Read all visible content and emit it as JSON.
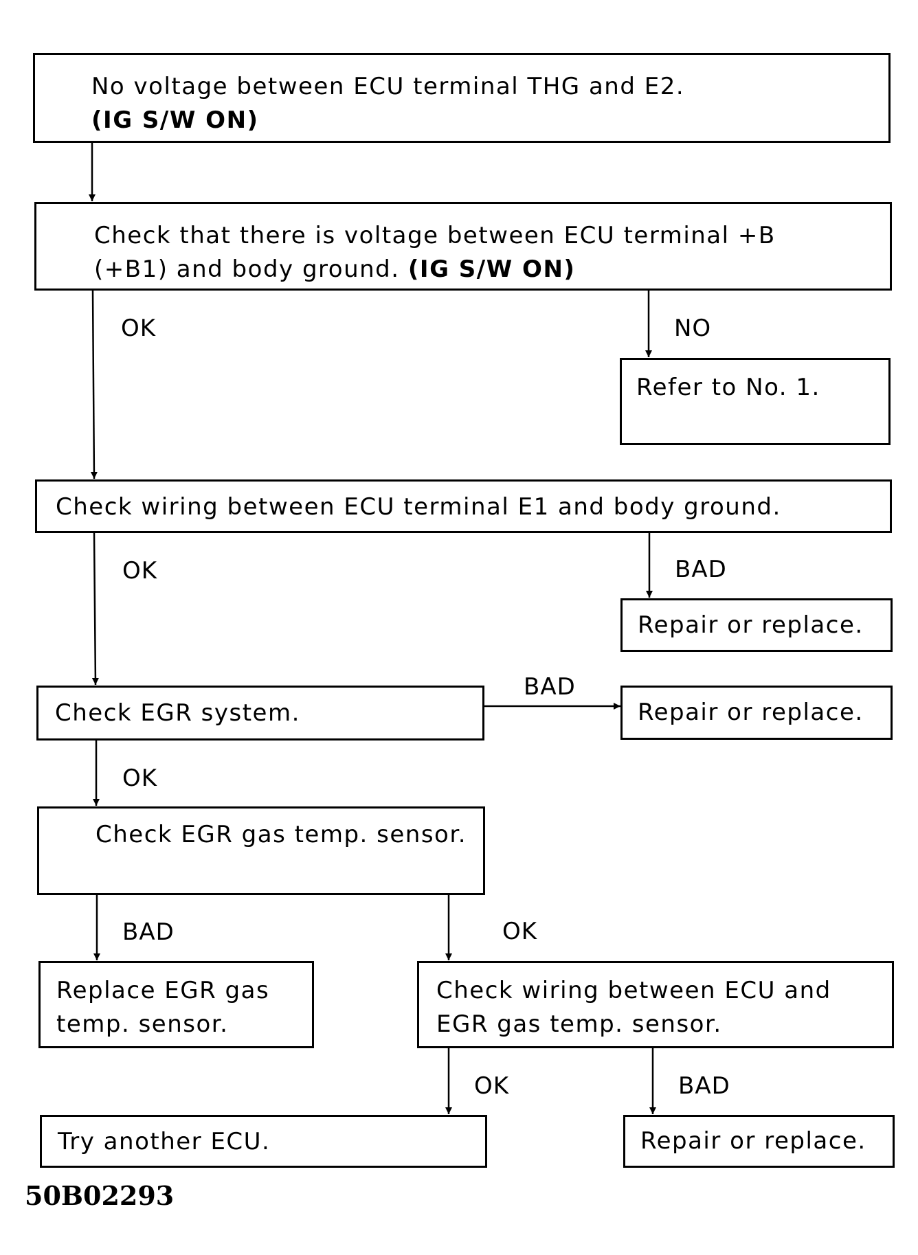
{
  "nodes": {
    "start": {
      "line1": "No voltage between ECU terminal THG and E2.",
      "line2": "(IG S/W ON)"
    },
    "check_voltage": {
      "line1": "Check that there is voltage between ECU terminal +B",
      "line2a": "(+B1) and body ground. ",
      "line2b": "(IG S/W ON)"
    },
    "refer_no1": {
      "text": "Refer to No. 1."
    },
    "check_wiring_e1": {
      "text": "Check wiring between ECU terminal E1 and body ground."
    },
    "repair_1": {
      "text": "Repair or replace."
    },
    "check_egr_system": {
      "text": "Check EGR system."
    },
    "repair_2": {
      "text": "Repair or replace."
    },
    "check_egr_sensor": {
      "text": "Check EGR gas temp. sensor."
    },
    "replace_sensor": {
      "line1": "Replace EGR gas",
      "line2": "temp. sensor."
    },
    "check_wiring_sensor": {
      "line1": "Check wiring between ECU and",
      "line2": "EGR gas temp. sensor."
    },
    "try_ecu": {
      "text": "Try another ECU."
    },
    "repair_3": {
      "text": "Repair or replace."
    }
  },
  "edge_labels": {
    "voltage_ok": "OK",
    "voltage_no": "NO",
    "e1_ok": "OK",
    "e1_bad": "BAD",
    "egr_bad": "BAD",
    "egr_ok": "OK",
    "sensor_bad": "BAD",
    "sensor_ok": "OK",
    "wiring_ok": "OK",
    "wiring_bad": "BAD"
  },
  "figure_code": "50B02293"
}
